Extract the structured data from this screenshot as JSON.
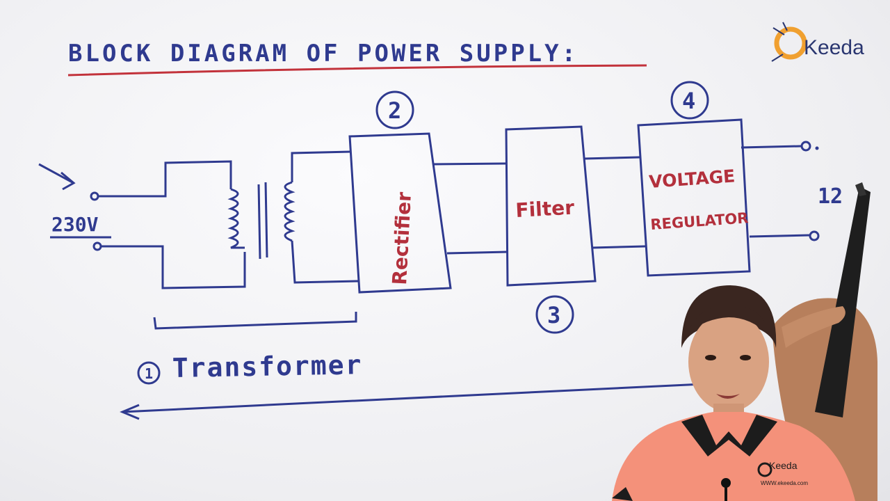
{
  "title": "BLOCK DIAGRAM OF POWER SUPPLY:",
  "input_voltage": "230V",
  "output_label": "12",
  "blocks": {
    "rectifier": "Rectifier",
    "filter": "Filter",
    "regulator_line1": "VOLTAGE",
    "regulator_line2": "REGULATOR"
  },
  "step_numbers": {
    "one": "1",
    "two": "2",
    "three": "3",
    "four": "4"
  },
  "transformer_label": "Transformer",
  "logo": {
    "letter": "E",
    "text": "Keeda"
  },
  "shirt_logo": {
    "text": "Keeda",
    "url": "WWW.ekeeda.com"
  },
  "colors": {
    "marker_blue": "#2f3a8f",
    "marker_red": "#b3303c",
    "underline_red": "#c2323b",
    "logo_orange": "#f0a030",
    "shirt": "#f4917a",
    "collar": "#1c1c1c"
  }
}
